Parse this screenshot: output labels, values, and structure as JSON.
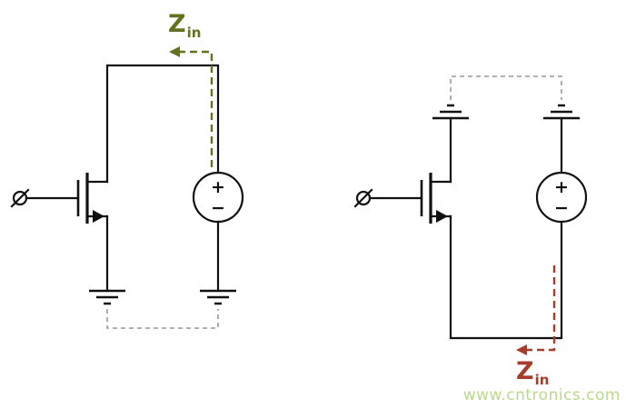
{
  "left_circuit": {
    "impedance_label": {
      "symbol": "Z",
      "subscript": "in"
    },
    "accent_color": "#66711f",
    "source": {
      "plus": "+",
      "minus": "−"
    }
  },
  "right_circuit": {
    "impedance_label": {
      "symbol": "Z",
      "subscript": "in"
    },
    "accent_color": "#a63d2a",
    "source": {
      "plus": "+",
      "minus": "−"
    }
  },
  "colors": {
    "wire": "#111111",
    "reference_dash": "#a6a6a6"
  },
  "watermark": {
    "text": "www.cntronics.com",
    "color": "#b9d98c"
  }
}
